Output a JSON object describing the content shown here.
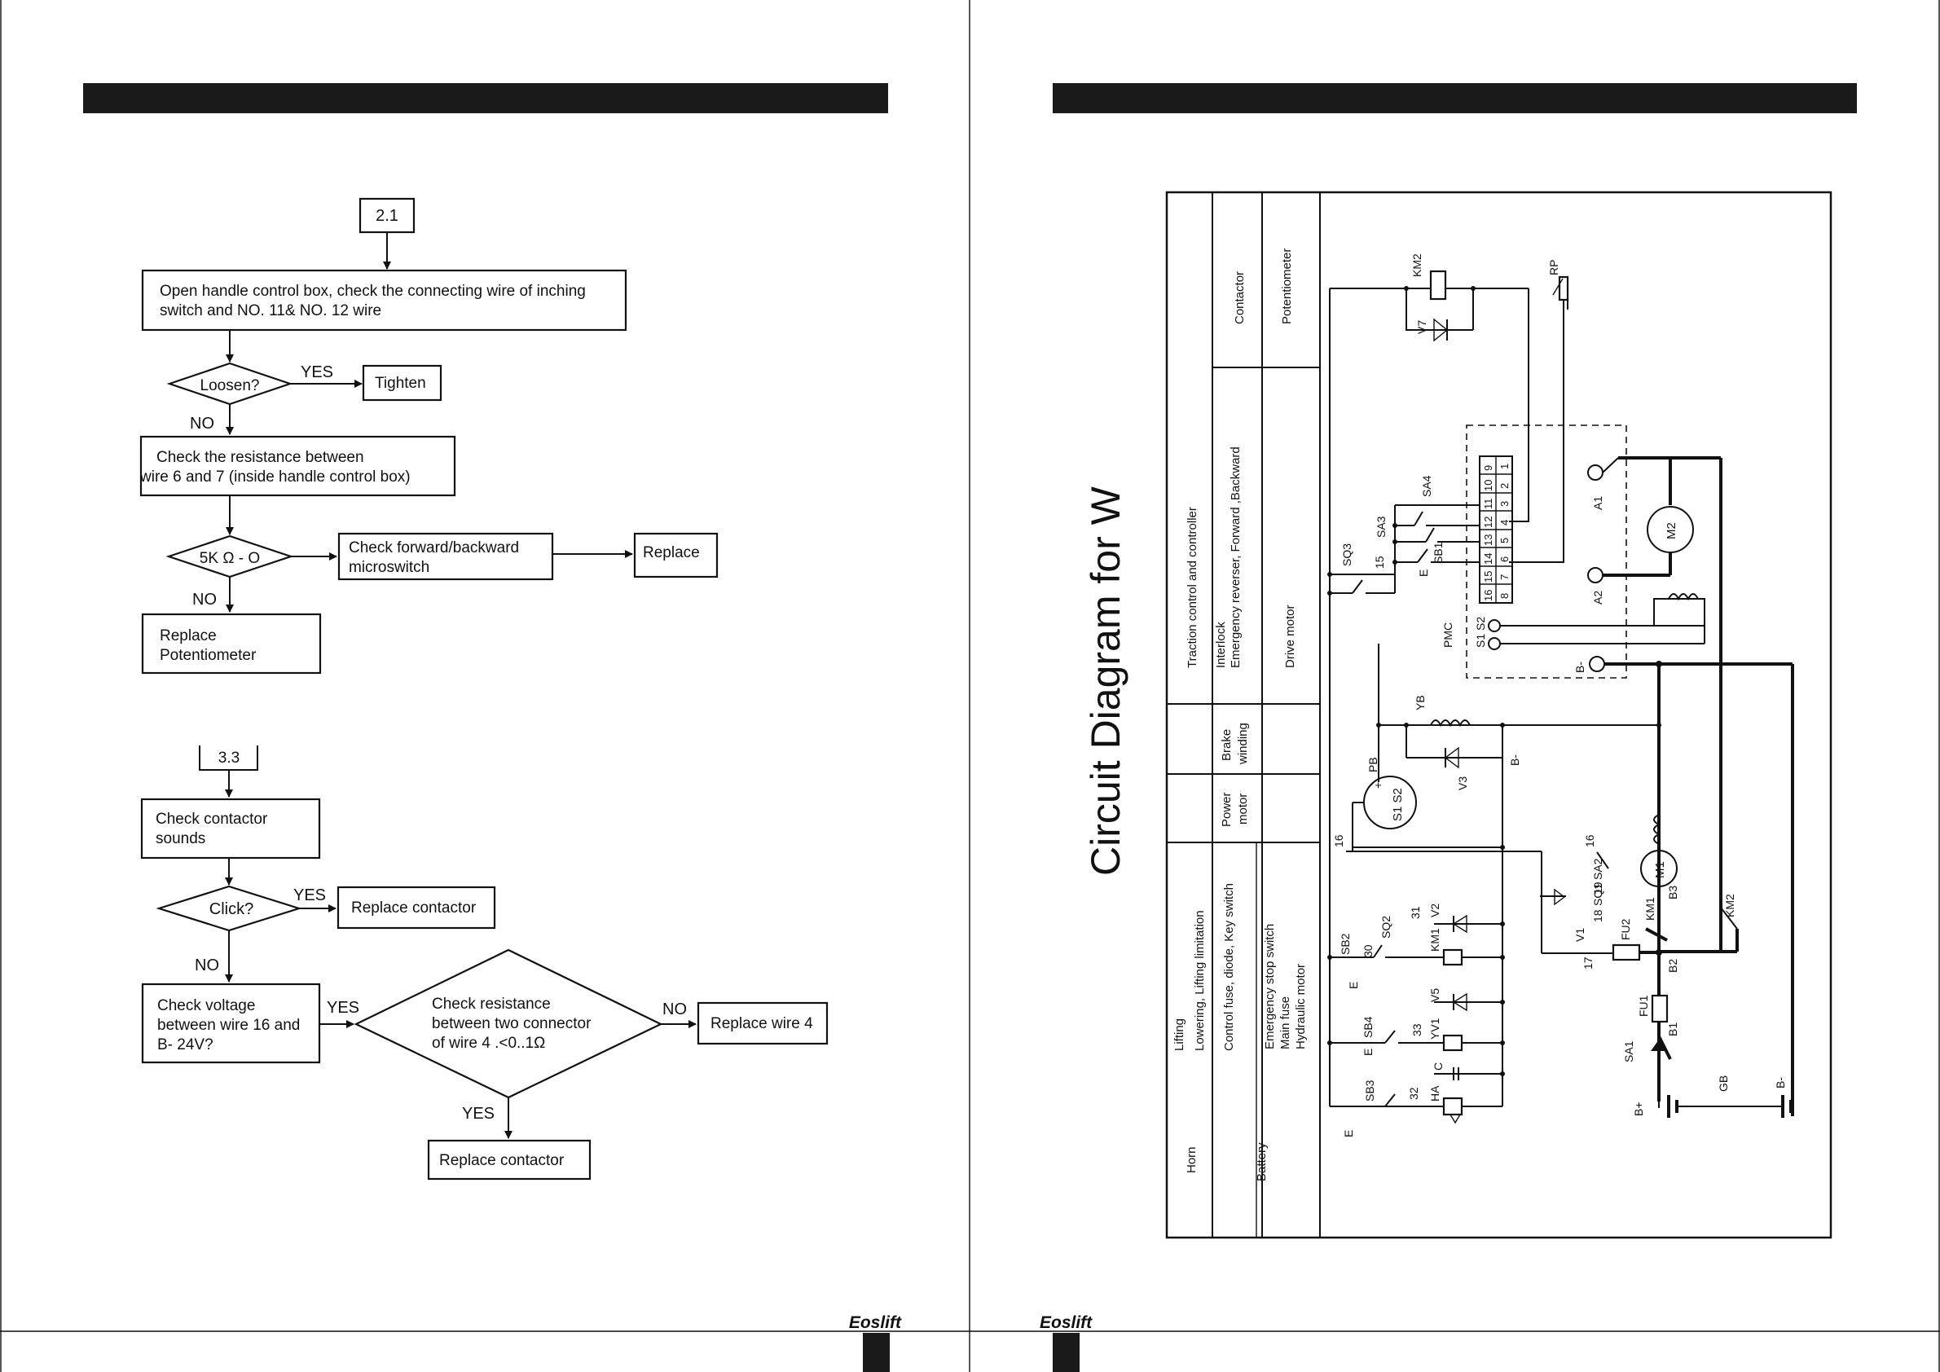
{
  "left_page": {
    "brand": "Eoslift",
    "flow_a": {
      "start": "2.1",
      "step_open": [
        "Open handle control box, check the connecting wire of inching",
        "switch and NO. 11& NO.  12 wire"
      ],
      "q_loosen": "Loosen?",
      "yes1": "YES",
      "tighten": "Tighten",
      "no1": "NO",
      "step_resistance": [
        "Check   the resistance between",
        "wire 6 and 7 (inside handle control box)"
      ],
      "q_5k": "5K Ω - O",
      "step_micro": [
        "Check   forward/backward",
        "microswitch"
      ],
      "replace": "Replace",
      "no2": "NO",
      "replace_pot": [
        "Replace",
        "Potentiometer"
      ]
    },
    "flow_b": {
      "start": "3.3",
      "step_sounds": [
        "Check      contactor",
        "sounds"
      ],
      "q_click": "Click?",
      "yes1": "YES",
      "replace_contactor_1": "Replace contactor",
      "no1": "NO",
      "step_voltage": [
        "Check voltage",
        "between wire 16 and",
        "B- 24V?"
      ],
      "yes2": "YES",
      "q_resistance": [
        "Check          resistance",
        "between two connector",
        "of wire 4 .<0..1Ω"
      ],
      "no2": "NO",
      "replace_wire4": "Replace wire 4",
      "yes3": "YES",
      "replace_contactor_2": "Replace contactor"
    }
  },
  "right_page": {
    "brand": "Eoslift",
    "title": "Circuit Diagram for W",
    "legend": {
      "col1": [
        "Horn",
        "Lifting",
        "Lowering, Lifting limitation"
      ],
      "battery": "Battery",
      "control_fuse": "Control fuse, diode, Key switch",
      "emergency": [
        "Emergency stop switch",
        "Main fuse",
        "Hydraulic motor"
      ],
      "power_motor": [
        "Power",
        "motor"
      ],
      "brake": [
        "Brake",
        "winding"
      ],
      "traction": "Traction control and controller",
      "interlock": [
        "Interlock",
        "Emergency reverser, Forward ,Backward"
      ],
      "drive_motor": "Drive motor",
      "contactor": "Contactor",
      "potentiometer": "Potentiometer"
    },
    "labels": {
      "km2_top": "KM2",
      "v7": "V7",
      "rp": "RP",
      "sq3": "SQ3",
      "n15": "15",
      "sa3": "SA3",
      "sa4": "SA4",
      "sb1": "SB1",
      "e1": "E",
      "a1": "A1",
      "m2": "M2",
      "a2": "A2",
      "pmc": "PMC",
      "s1s2": "S1 S2",
      "bminus_top": "B-",
      "yb": "YB",
      "pb": "PB",
      "s1s2_pb": "S1 S2",
      "plus": "+",
      "v3": "V3",
      "bminus_mid": "B-",
      "n16a": "16",
      "n16b": "16",
      "sa2": "SA2",
      "sq1": "SQ1",
      "n19": "19",
      "n18": "18",
      "m1": "M1",
      "b3": "B3",
      "km1_r": "KM1",
      "km2_r": "KM2",
      "sb2": "SB2",
      "n30": "30",
      "sq2": "SQ2",
      "n31": "31",
      "km1": "KM1",
      "v2": "V2",
      "v1": "V1",
      "n17": "17",
      "fu2": "FU2",
      "b2": "B2",
      "sb4": "SB4",
      "n33": "33",
      "yv1": "YV1",
      "v5": "V5",
      "c": "C",
      "fu1": "FU1",
      "b1": "B1",
      "sa1": "SA1",
      "sb3": "SB3",
      "n32": "32",
      "ha": "HA",
      "e2": "E",
      "e3": "E",
      "e4": "E",
      "bplus": "B+",
      "gb": "GB",
      "bminus_bot": "B-"
    },
    "terminals_top": [
      "16",
      "15",
      "14",
      "13",
      "12",
      "11",
      "10",
      "9"
    ],
    "terminals_bot": [
      "8",
      "7",
      "6",
      "5",
      "4",
      "3",
      "2",
      "1"
    ]
  }
}
